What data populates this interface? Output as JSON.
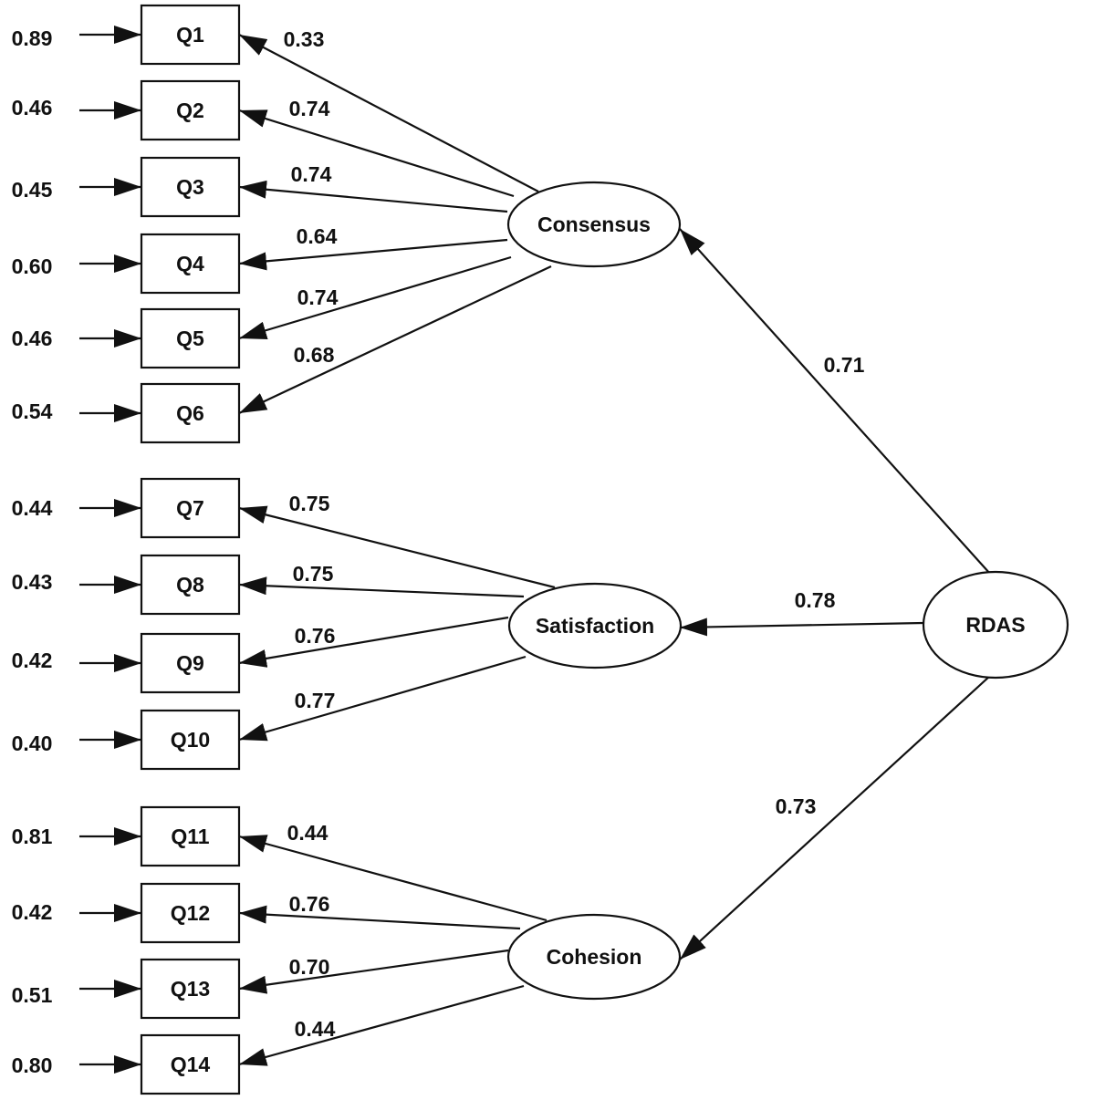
{
  "diagram": {
    "latents": [
      {
        "id": "consensus",
        "label": "Consensus"
      },
      {
        "id": "satisfaction",
        "label": "Satisfaction"
      },
      {
        "id": "cohesion",
        "label": "Cohesion"
      },
      {
        "id": "rdas",
        "label": "RDAS"
      }
    ],
    "items": [
      {
        "id": "q1",
        "label": "Q1",
        "error": "0.89",
        "loading": "0.33",
        "factor": "consensus"
      },
      {
        "id": "q2",
        "label": "Q2",
        "error": "0.46",
        "loading": "0.74",
        "factor": "consensus"
      },
      {
        "id": "q3",
        "label": "Q3",
        "error": "0.45",
        "loading": "0.74",
        "factor": "consensus"
      },
      {
        "id": "q4",
        "label": "Q4",
        "error": "0.60",
        "loading": "0.64",
        "factor": "consensus"
      },
      {
        "id": "q5",
        "label": "Q5",
        "error": "0.46",
        "loading": "0.74",
        "factor": "consensus"
      },
      {
        "id": "q6",
        "label": "Q6",
        "error": "0.54",
        "loading": "0.68",
        "factor": "consensus"
      },
      {
        "id": "q7",
        "label": "Q7",
        "error": "0.44",
        "loading": "0.75",
        "factor": "satisfaction"
      },
      {
        "id": "q8",
        "label": "Q8",
        "error": "0.43",
        "loading": "0.75",
        "factor": "satisfaction"
      },
      {
        "id": "q9",
        "label": "Q9",
        "error": "0.42",
        "loading": "0.76",
        "factor": "satisfaction"
      },
      {
        "id": "q10",
        "label": "Q10",
        "error": "0.40",
        "loading": "0.77",
        "factor": "satisfaction"
      },
      {
        "id": "q11",
        "label": "Q11",
        "error": "0.81",
        "loading": "0.44",
        "factor": "cohesion"
      },
      {
        "id": "q12",
        "label": "Q12",
        "error": "0.42",
        "loading": "0.76",
        "factor": "cohesion"
      },
      {
        "id": "q13",
        "label": "Q13",
        "error": "0.51",
        "loading": "0.70",
        "factor": "cohesion"
      },
      {
        "id": "q14",
        "label": "Q14",
        "error": "0.80",
        "loading": "0.44",
        "factor": "cohesion"
      }
    ],
    "higher_order": [
      {
        "from": "rdas",
        "to": "consensus",
        "loading": "0.71"
      },
      {
        "from": "rdas",
        "to": "satisfaction",
        "loading": "0.78"
      },
      {
        "from": "rdas",
        "to": "cohesion",
        "loading": "0.73"
      }
    ]
  }
}
